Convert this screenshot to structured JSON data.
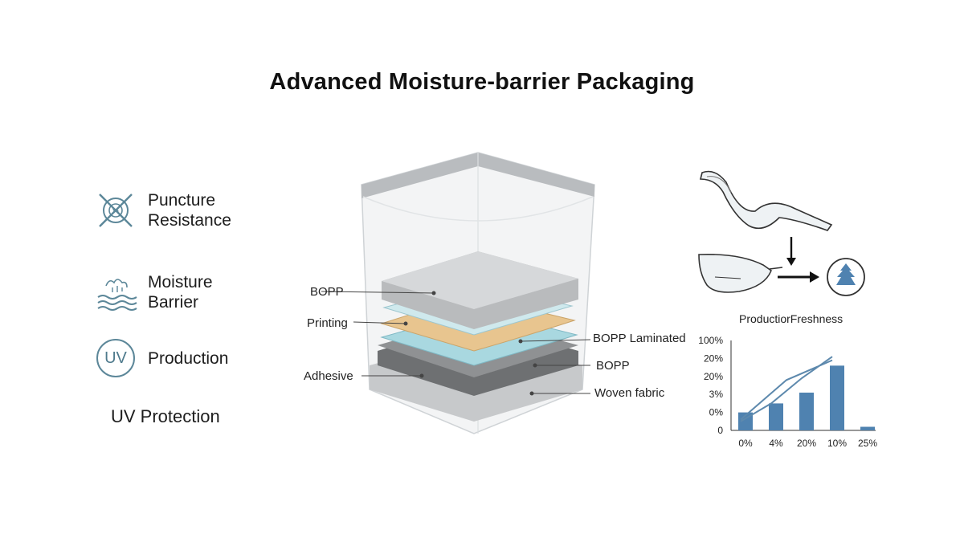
{
  "title": "Advanced Moisture-barrier Packaging",
  "features": [
    {
      "label": "Puncture\nResistance",
      "icon": "puncture-shield-icon"
    },
    {
      "label": "Moisture\nBarrier",
      "icon": "moisture-waves-icon"
    },
    {
      "label": "Production",
      "icon": "uv-icon",
      "icon_text": "UV"
    }
  ],
  "uv_caption": "UV Protection",
  "layers_left": [
    "BOPP",
    "Printing",
    "Adhesive"
  ],
  "layers_right": [
    "BOPP Laminated",
    "BOPP",
    "Woven fabric"
  ],
  "process": {
    "icons": [
      "film-roll-icon",
      "down-arrow-icon",
      "film-sheet-icon",
      "right-arrow-icon",
      "freshness-leaf-icon"
    ]
  },
  "colors": {
    "accent": "#4f82b0",
    "icon": "#5c8799",
    "layer_tan": "#e8c58f",
    "layer_blue": "#b8dde3",
    "layer_gray": "#8a8a8a"
  },
  "chart_data": {
    "type": "bar",
    "title": "ProductiorFreshness",
    "categories": [
      "0%",
      "4%",
      "20%",
      "10%",
      "25%"
    ],
    "values": [
      1.0,
      1.5,
      2.1,
      3.6,
      0.2
    ],
    "ytick_labels": [
      "0",
      "0%",
      "3%",
      "20%",
      "20%",
      "100%"
    ],
    "ylim": [
      0,
      5
    ],
    "xlabel": "",
    "ylabel": "",
    "overlay_lines": [
      {
        "values": [
          0.5,
          1.5,
          2.9,
          4.1
        ]
      },
      {
        "values": [
          0.6,
          2.8,
          3.9
        ]
      }
    ],
    "legend": false,
    "grid": false
  }
}
